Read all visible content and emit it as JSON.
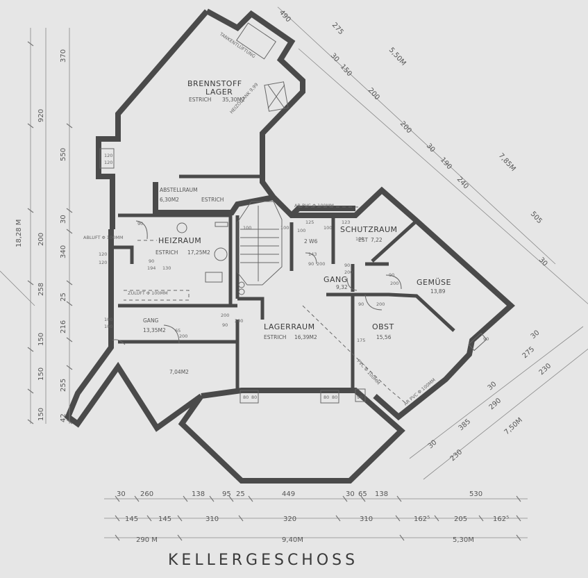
{
  "title": "KELLERGESCHOSS",
  "colors": {
    "logo_red": "#d42b2b",
    "logo_dark": "#222222",
    "wall": "#4a4a4a",
    "paper": "#e6e6e6"
  },
  "rooms": [
    {
      "name": "BRENNSTOFF",
      "name2": "LAGER",
      "floor": "ESTRICH",
      "area": "35,30M2"
    },
    {
      "name": "ABSTELLRAUM",
      "floor": "ESTRICH",
      "area": "6,30M2"
    },
    {
      "name": "HEIZRAUM",
      "floor": "ESTRICH",
      "area": "17,25M2"
    },
    {
      "name": "GANG",
      "area": "13,35M2"
    },
    {
      "name": "",
      "area": "7,04M2"
    },
    {
      "name": "LAGERRAUM",
      "floor": "ESTRICH",
      "area": "16,39M2"
    },
    {
      "name": "SCHUTZRAUM",
      "floor": "EST",
      "area": "7,22"
    },
    {
      "name": "GANG",
      "area": "9,32"
    },
    {
      "name": "GEMÜSE",
      "area": "13,89"
    },
    {
      "name": "OBST",
      "area": "15,56"
    }
  ],
  "annotations": {
    "tankentlueftung": "TANKENTLÜFTUNG",
    "abluft": "ABLUFT Φ 100MM",
    "zuluft": "ZULUFT Φ 100MM",
    "ar_pvc": "AR PVC Φ 100MM",
    "pvc_diag": "PVC Φ 100MM",
    "ar_pvc_diag": "AR PVC Φ 100MM",
    "heizoeltank": "HEIZÖLTANK 9,99",
    "wc": "2 W6"
  },
  "openings": [
    "120",
    "120",
    "120",
    "120",
    "90",
    "90",
    "194",
    "130",
    "100",
    "100",
    "100",
    "100",
    "200",
    "65",
    "200",
    "90",
    "200",
    "125",
    "100",
    "100",
    "100",
    "123",
    "143",
    "90",
    "200",
    "90",
    "200",
    "90",
    "200",
    "90",
    "200",
    "80",
    "80",
    "80",
    "80",
    "175",
    "90",
    "90"
  ],
  "dims_bottom_row1": [
    "30",
    "260",
    "138",
    "95",
    "25",
    "449",
    "30",
    "65",
    "138",
    "530"
  ],
  "dims_bottom_row2": [
    "145",
    "145",
    "310",
    "320",
    "310",
    "162⁵",
    "205",
    "162⁵"
  ],
  "dims_bottom_row3": [
    "290 M",
    "9,40M",
    "5,30M"
  ],
  "dims_left": [
    "370",
    "920",
    "550",
    "18,28 M",
    "30",
    "200",
    "340",
    "258",
    "25",
    "216",
    "150",
    "150",
    "255",
    "150",
    "42"
  ],
  "dims_diag_top": [
    "490",
    "275",
    "30",
    "150",
    "5,50M",
    "200",
    "200",
    "30",
    "190",
    "240",
    "7,85M",
    "505",
    "30"
  ],
  "dims_diag_right": [
    "30",
    "275",
    "230",
    "30",
    "290",
    "385",
    "30",
    "7,50M",
    "230"
  ]
}
